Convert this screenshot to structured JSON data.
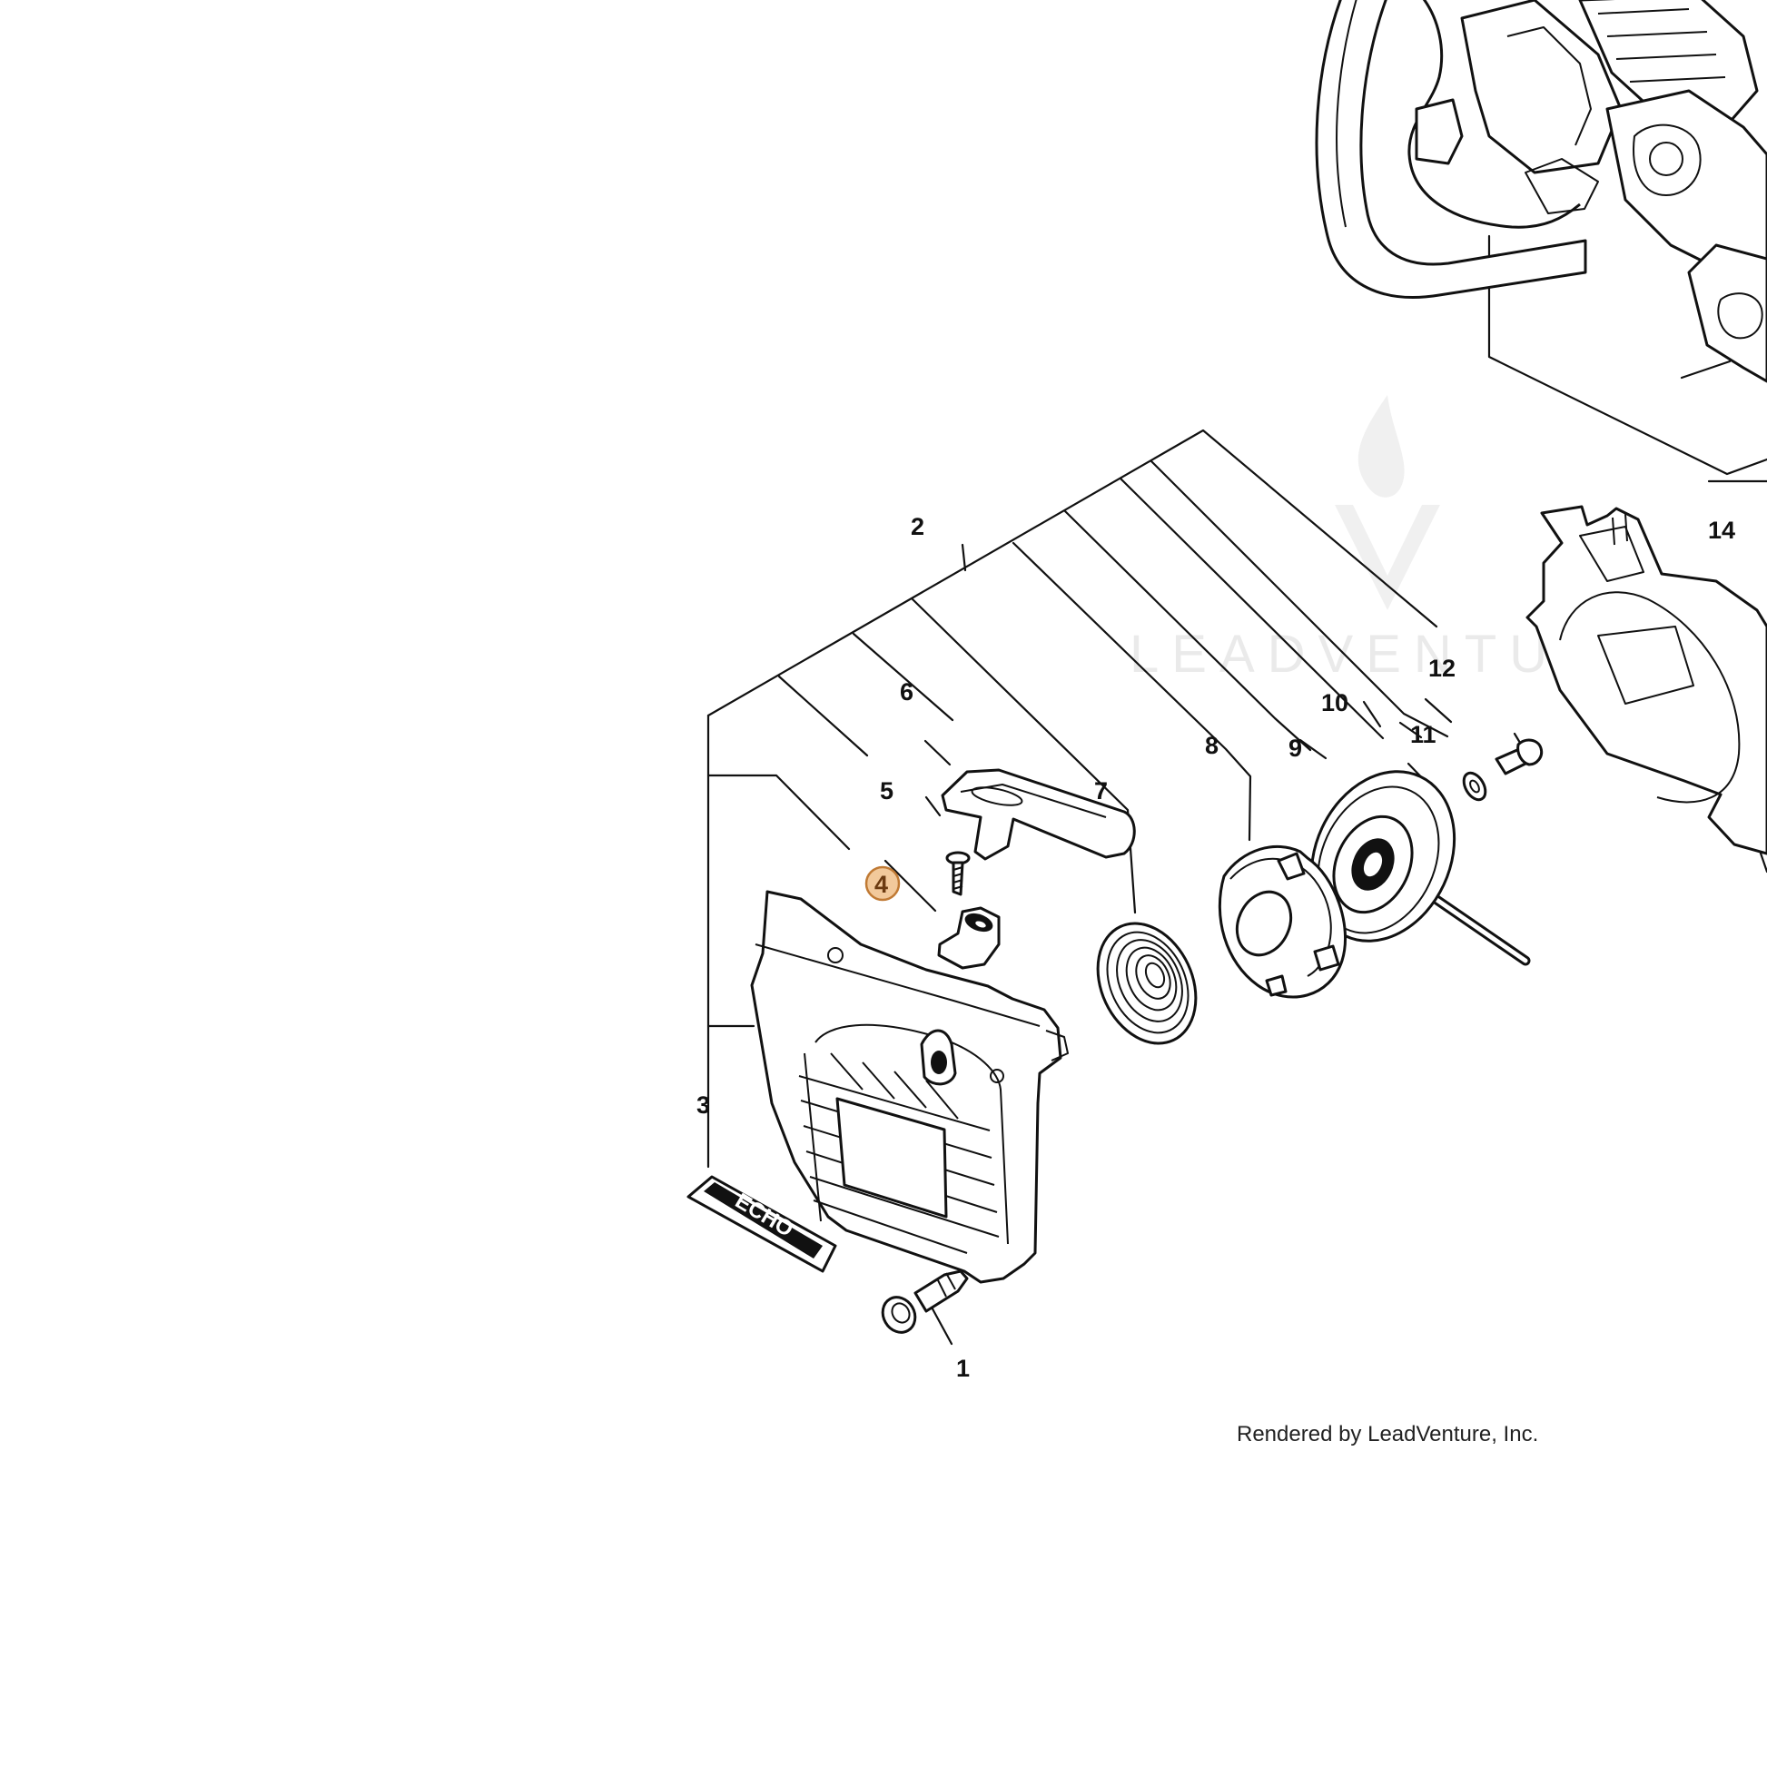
{
  "callouts": [
    {
      "id": "1",
      "label": "1"
    },
    {
      "id": "2",
      "label": "2"
    },
    {
      "id": "3",
      "label": "3"
    },
    {
      "id": "4",
      "label": "4",
      "highlighted": true
    },
    {
      "id": "5",
      "label": "5"
    },
    {
      "id": "6",
      "label": "6"
    },
    {
      "id": "7",
      "label": "7"
    },
    {
      "id": "8",
      "label": "8"
    },
    {
      "id": "9",
      "label": "9"
    },
    {
      "id": "10",
      "label": "10"
    },
    {
      "id": "11",
      "label": "11"
    },
    {
      "id": "12",
      "label": "12"
    },
    {
      "id": "14",
      "label": "14"
    }
  ],
  "decal_text": "ECHO",
  "credit": "Rendered by LeadVenture, Inc.",
  "watermark_text": "LEADVENTURE",
  "colors": {
    "line": "#111111",
    "highlight_fill": "#f2c99b",
    "highlight_stroke": "#c07a34",
    "watermark": "#d9d9d9"
  }
}
